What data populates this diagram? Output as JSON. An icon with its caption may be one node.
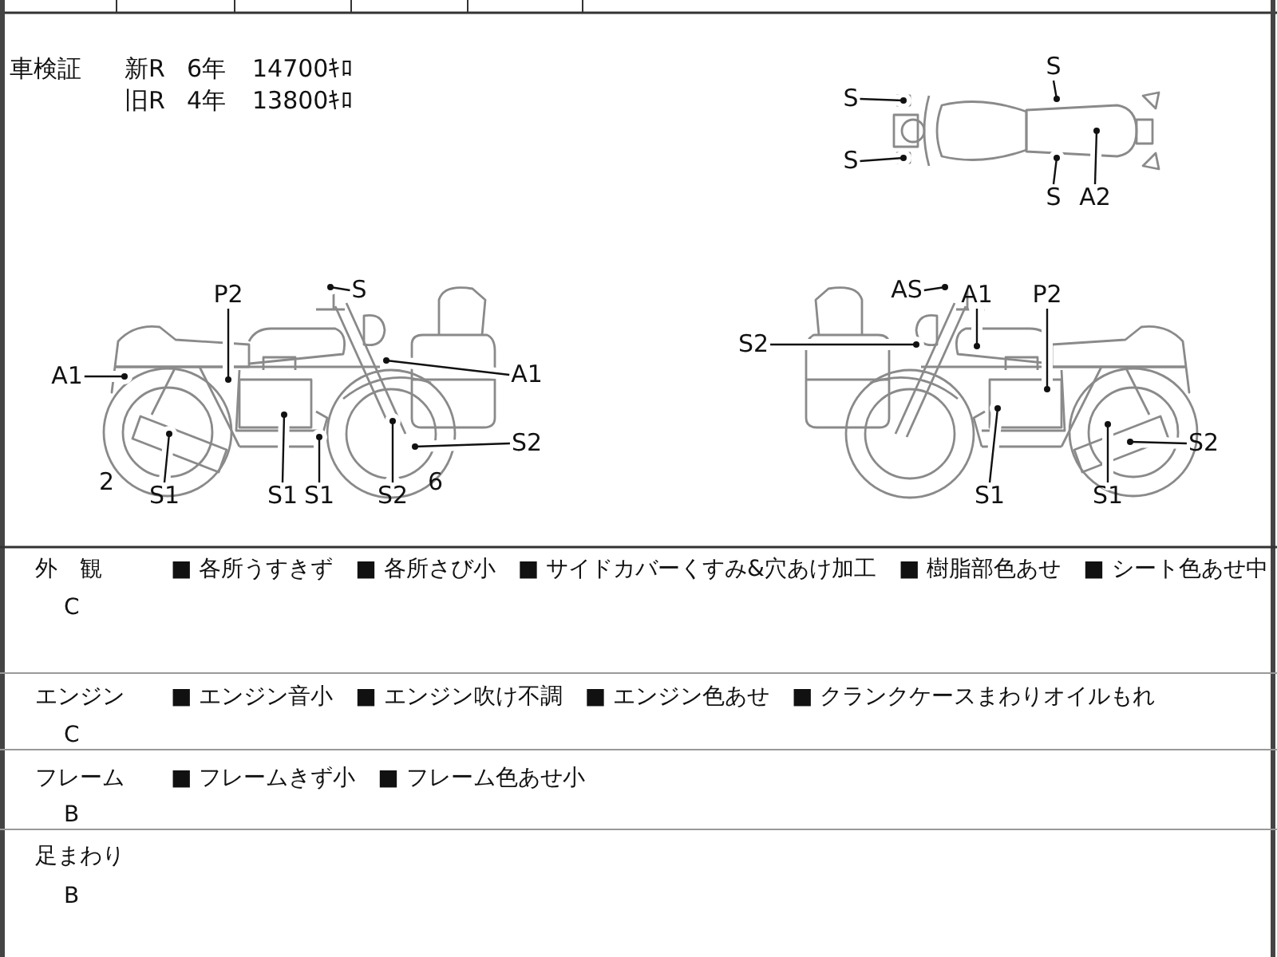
{
  "diagram": {
    "nodes": [
      {
        "text": [
          "S"
        ]
      },
      {
        "text": [
          "S"
        ]
      },
      {
        "text": [
          "S"
        ]
      },
      {
        "text": [
          "S"
        ]
      },
      {
        "text": [
          "A2"
        ]
      },
      {
        "text": [
          "P2"
        ]
      },
      {
        "text": [
          "S"
        ]
      },
      {
        "text": [
          "A1"
        ]
      },
      {
        "text": [
          "A1"
        ]
      },
      {
        "text": [
          "S1"
        ]
      },
      {
        "text": [
          "S1"
        ]
      },
      {
        "text": [
          "S1"
        ]
      },
      {
        "text": [
          "S2"
        ]
      },
      {
        "text": [
          "S2"
        ]
      },
      {
        "text": [
          "AS"
        ]
      },
      {
        "text": [
          "A1"
        ]
      },
      {
        "text": [
          "P2"
        ]
      },
      {
        "text": [
          "S2"
        ]
      },
      {
        "text": [
          "S1"
        ]
      },
      {
        "text": [
          "S1"
        ]
      },
      {
        "text": [
          "S2"
        ]
      },
      {
        "text": [],
        "shape": "picture"
      },
      {
        "text": [],
        "shape": "picture"
      },
      {
        "text": [],
        "shape": "picture"
      }
    ],
    "edges": [
      {
        "from": 0,
        "to": 21,
        "arrow": "other"
      },
      {
        "from": 1,
        "to": 21,
        "arrow": "other"
      },
      {
        "from": 2,
        "to": 21,
        "arrow": "other"
      },
      {
        "from": 3,
        "to": 21,
        "arrow": "other"
      },
      {
        "from": 4,
        "to": 21,
        "arrow": "other"
      },
      {
        "from": 5,
        "to": 22,
        "arrow": "other"
      },
      {
        "from": 6,
        "to": 22,
        "arrow": "other"
      },
      {
        "from": 7,
        "to": 22,
        "arrow": "other"
      },
      {
        "from": 8,
        "to": 22,
        "arrow": "other"
      },
      {
        "from": 9,
        "to": 22,
        "arrow": "other"
      },
      {
        "from": 10,
        "to": 22,
        "arrow": "other"
      },
      {
        "from": 11,
        "to": 22,
        "arrow": "other"
      },
      {
        "from": 12,
        "to": 22,
        "arrow": "other"
      },
      {
        "from": 13,
        "to": 22,
        "arrow": "other"
      },
      {
        "from": 14,
        "to": 23,
        "arrow": "other"
      },
      {
        "from": 15,
        "to": 23,
        "arrow": "other"
      },
      {
        "from": 16,
        "to": 23,
        "arrow": "other"
      },
      {
        "from": 17,
        "to": 23,
        "arrow": "other"
      },
      {
        "from": 18,
        "to": 23,
        "arrow": "other"
      },
      {
        "from": 19,
        "to": 23,
        "arrow": "other"
      },
      {
        "from": 20,
        "to": 23,
        "arrow": "other"
      }
    ],
    "labels": [
      "車検証",
      "新R",
      "6年",
      "14700ｷﾛ",
      "旧R",
      "4年",
      "13800ｷﾛ",
      "2",
      "6",
      "外　観",
      "C",
      "■ 各所うすきず　■ 各所さび小　■ サイドカバーくすみ&穴あけ加工　■ 樹脂部色あせ　■ シート色あせ中",
      "エンジン",
      "C",
      "■ エンジン音小　■ エンジン吹け不調　■ エンジン色あせ　■ クランクケースまわりオイルもれ",
      "フレーム",
      "B",
      "■ フレームきず小　■ フレーム色あせ小",
      "足まわり",
      "B"
    ]
  }
}
